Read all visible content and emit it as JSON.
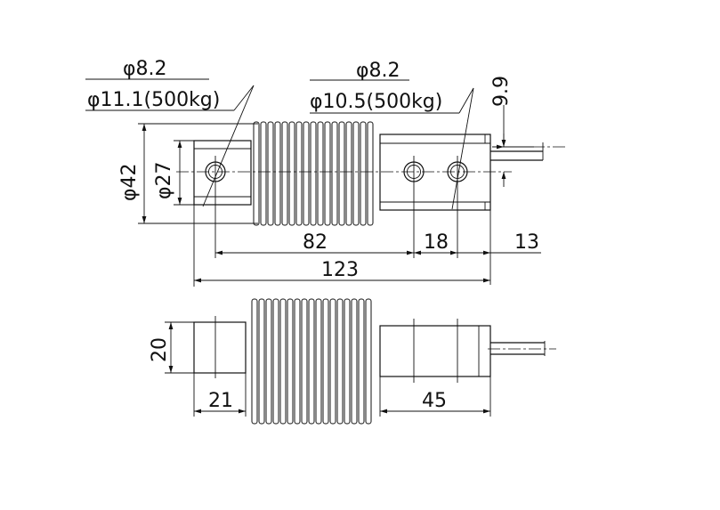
{
  "top_view": {
    "hole_left": {
      "small_dia": "φ8.2",
      "large_dia": "φ11.1(500kg)"
    },
    "hole_right": {
      "small_dia": "φ8.2",
      "large_dia": "φ10.5(500kg)"
    },
    "outer_dia": "φ42",
    "inner_dia": "φ27",
    "cable_offset": "9.9",
    "hole_spacing": "82",
    "hole_pitch": "18",
    "end_offset": "13",
    "overall_length": "123"
  },
  "side_view": {
    "height": "20",
    "left_block_length": "21",
    "right_block_length": "45"
  }
}
